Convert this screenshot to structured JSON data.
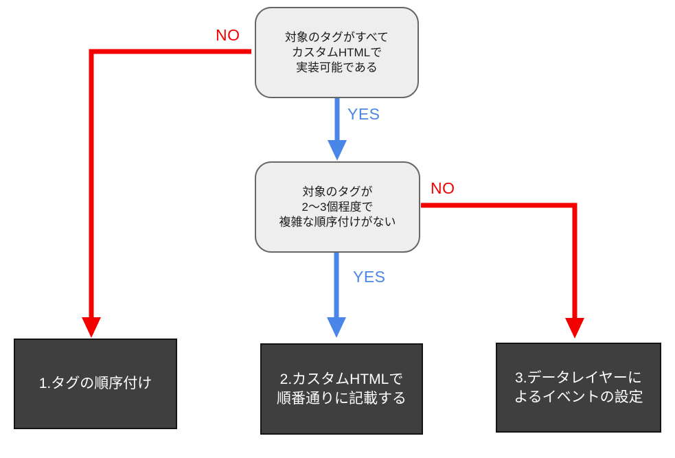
{
  "diagram": {
    "decisions": [
      {
        "id": "d1",
        "lines": [
          "対象のタグがすべて",
          "カスタムHTMLで",
          "実装可能である"
        ]
      },
      {
        "id": "d2",
        "lines": [
          "対象のタグが",
          "2〜3個程度で",
          "複雑な順序付けがない"
        ]
      }
    ],
    "outcomes": [
      {
        "id": "o1",
        "lines": [
          "1.タグの順序付け"
        ]
      },
      {
        "id": "o2",
        "lines": [
          "2.カスタムHTMLで",
          "順番通りに記載する"
        ]
      },
      {
        "id": "o3",
        "lines": [
          "3.データレイヤーに",
          "よるイベントの設定"
        ]
      }
    ],
    "edges": [
      {
        "from": "d1",
        "to": "o1",
        "label": "NO",
        "color": "#f20000"
      },
      {
        "from": "d1",
        "to": "d2",
        "label": "YES",
        "color": "#4a86e8"
      },
      {
        "from": "d2",
        "to": "o3",
        "label": "NO",
        "color": "#f20000"
      },
      {
        "from": "d2",
        "to": "o2",
        "label": "YES",
        "color": "#4a86e8"
      }
    ],
    "colors": {
      "no_arrow": "#f20000",
      "yes_arrow": "#4a86e8",
      "decision_fill": "#eeeeee",
      "decision_border": "#666666",
      "decision_text": "#1a1a1a",
      "outcome_fill": "#3f3f3f",
      "outcome_border": "#141414",
      "outcome_text": "#ffffff"
    }
  }
}
